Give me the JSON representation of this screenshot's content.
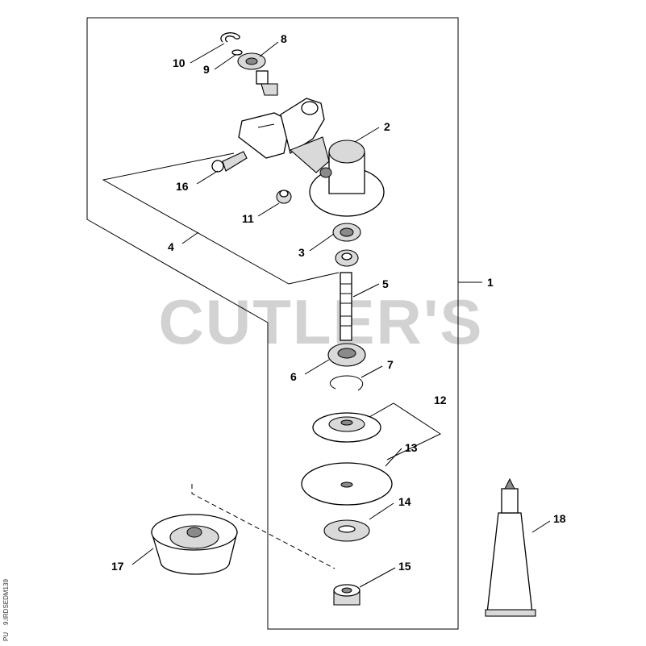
{
  "watermark": "CUTLER'S",
  "side_code": "9.IRDSEDM139",
  "side_code2": "PU",
  "labels": {
    "p1": "1",
    "p2": "2",
    "p3": "3",
    "p4": "4",
    "p5": "5",
    "p6": "6",
    "p7": "7",
    "p8": "8",
    "p9": "9",
    "p10": "10",
    "p11": "11",
    "p12": "12",
    "p13": "13",
    "p14": "14",
    "p15": "15",
    "p16": "16",
    "p17": "17",
    "p18": "18"
  }
}
